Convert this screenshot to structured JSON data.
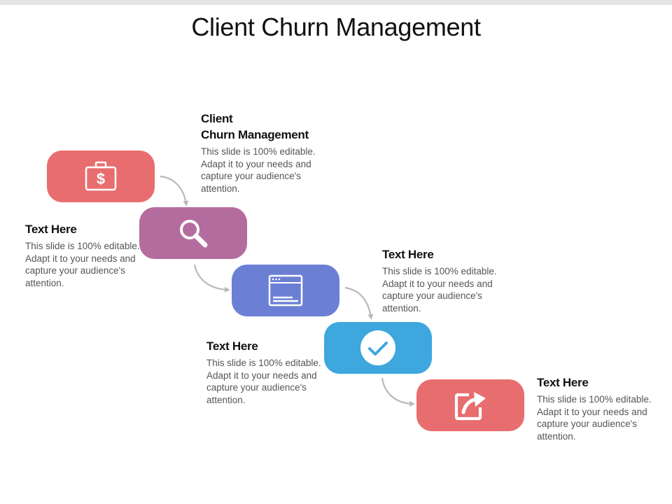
{
  "slide": {
    "title": "Client Churn Management"
  },
  "colors": {
    "step1": "#e86d6f",
    "step2": "#b46c9e",
    "step3": "#6b7fd4",
    "step4": "#3ea7de",
    "step5": "#e86d6f",
    "connector": "#b9b9b9"
  },
  "steps": [
    {
      "icon": "money-bag-icon"
    },
    {
      "icon": "magnifier-icon"
    },
    {
      "icon": "browser-window-icon"
    },
    {
      "icon": "check-circle-icon"
    },
    {
      "icon": "external-link-icon"
    }
  ],
  "texts": [
    {
      "heading_line1": "Client",
      "heading_line2": "Churn Management",
      "body": "This slide is 100% editable. Adapt it to your needs and capture your audience's attention."
    },
    {
      "heading": "Text Here",
      "body": "This slide is 100% editable. Adapt it to your needs and capture your audience's attention."
    },
    {
      "heading": "Text Here",
      "body": "This slide is 100% editable. Adapt it to your needs and capture your audience's attention."
    },
    {
      "heading": "Text Here",
      "body": "This slide is 100% editable. Adapt it to your needs and capture your audience's attention."
    },
    {
      "heading": "Text Here",
      "body": "This slide is 100% editable. Adapt it to your needs and capture your audience's attention."
    }
  ]
}
